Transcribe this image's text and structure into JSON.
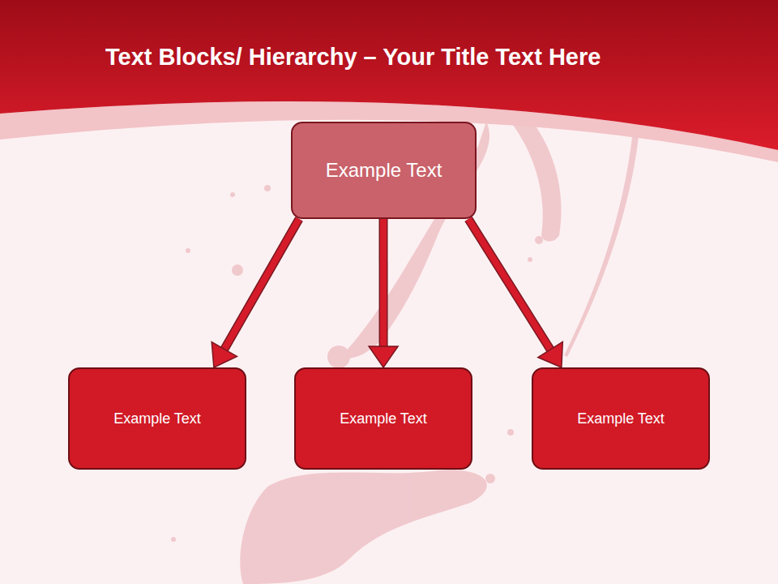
{
  "diagram": {
    "title": "Text Blocks/ Hierarchy – Your Title Text Here",
    "nodes": [
      {
        "text": [
          "Example Text"
        ]
      },
      {
        "text": [
          "Example Text"
        ]
      },
      {
        "text": [
          "Example Text"
        ]
      },
      {
        "text": [
          "Example Text"
        ]
      }
    ],
    "edges": [
      {
        "from": 0,
        "to": 1,
        "arrow": "to"
      },
      {
        "from": 0,
        "to": 2,
        "arrow": "to"
      },
      {
        "from": 0,
        "to": 3,
        "arrow": "to"
      }
    ]
  }
}
